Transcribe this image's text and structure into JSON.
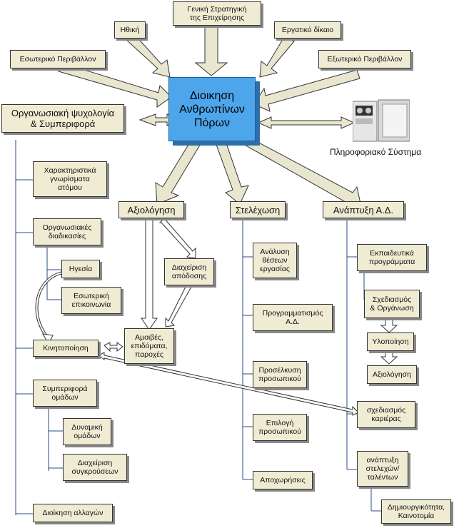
{
  "center": "Διοικηση\nΑνθρωπίνων\nΠόρων",
  "top": {
    "strategy": "Γενική Στρατηγική\nτης Επιχείρησης",
    "ethics": "Ηθική",
    "labor_law": "Εργατικό δίκαιο",
    "internal_env": "Εσωτερικό Περιβάλλον",
    "external_env": "Εξωτερικό Περιβάλλον"
  },
  "left_main": "Οργανωσιακή ψυχολογία\n& Συμπεριφορά",
  "info_system": "Πληροφοριακό Σύστημα",
  "main": {
    "evaluation": "Αξιολόγηση",
    "staffing": "Στελέχωση",
    "development": "Ανάπτυξη Α.Δ."
  },
  "left_items": {
    "traits": "Χαρακτηριστικά\nγνωρίσματα\nατόμου",
    "org_processes": "Οργανωσιακές\nδιαδικασίες",
    "leadership": "Ηγεσία",
    "internal_comm": "Εσωτερική\nεπικοινωνία",
    "motivation": "Κινητοποίηση",
    "group_behavior": "Συμπεριφορά\nομάδων",
    "group_dynamics": "Δυναμική\nομάδων",
    "conflict": "Διαχείριση\nσυγκρούσεων",
    "change": "Διοίκηση αλλαγών"
  },
  "eval_items": {
    "performance": "Διαχείριση\nαπόδοσης",
    "rewards": "Αμοιβές,\nεπιδόματα,\nπαροχές"
  },
  "staff_items": {
    "job_analysis": "Ανάλυση\nθέσεων\nεργασίας",
    "planning": "Προγραμματισμός\nΑ.Δ.",
    "recruitment": "Προσέλκυση\nπροσωπικού",
    "selection": "Επιλογή\nπροσωπικού",
    "separations": "Αποχωρήσεις"
  },
  "dev_items": {
    "training_programs": "Εκπαιδευτικά\nπρογράμματα",
    "design": "Σχεδιασμός\n& Οργάνωση",
    "implementation": "Υλοποίηση",
    "evaluation": "Αξιολόγηση",
    "career": "σχεδιασμός\nκαριέρας",
    "talent": "ανάπτυξη\nστελεχών/\nταλέντων",
    "creativity": "Δημιουργικότητα,\nΚαινοτομία"
  }
}
